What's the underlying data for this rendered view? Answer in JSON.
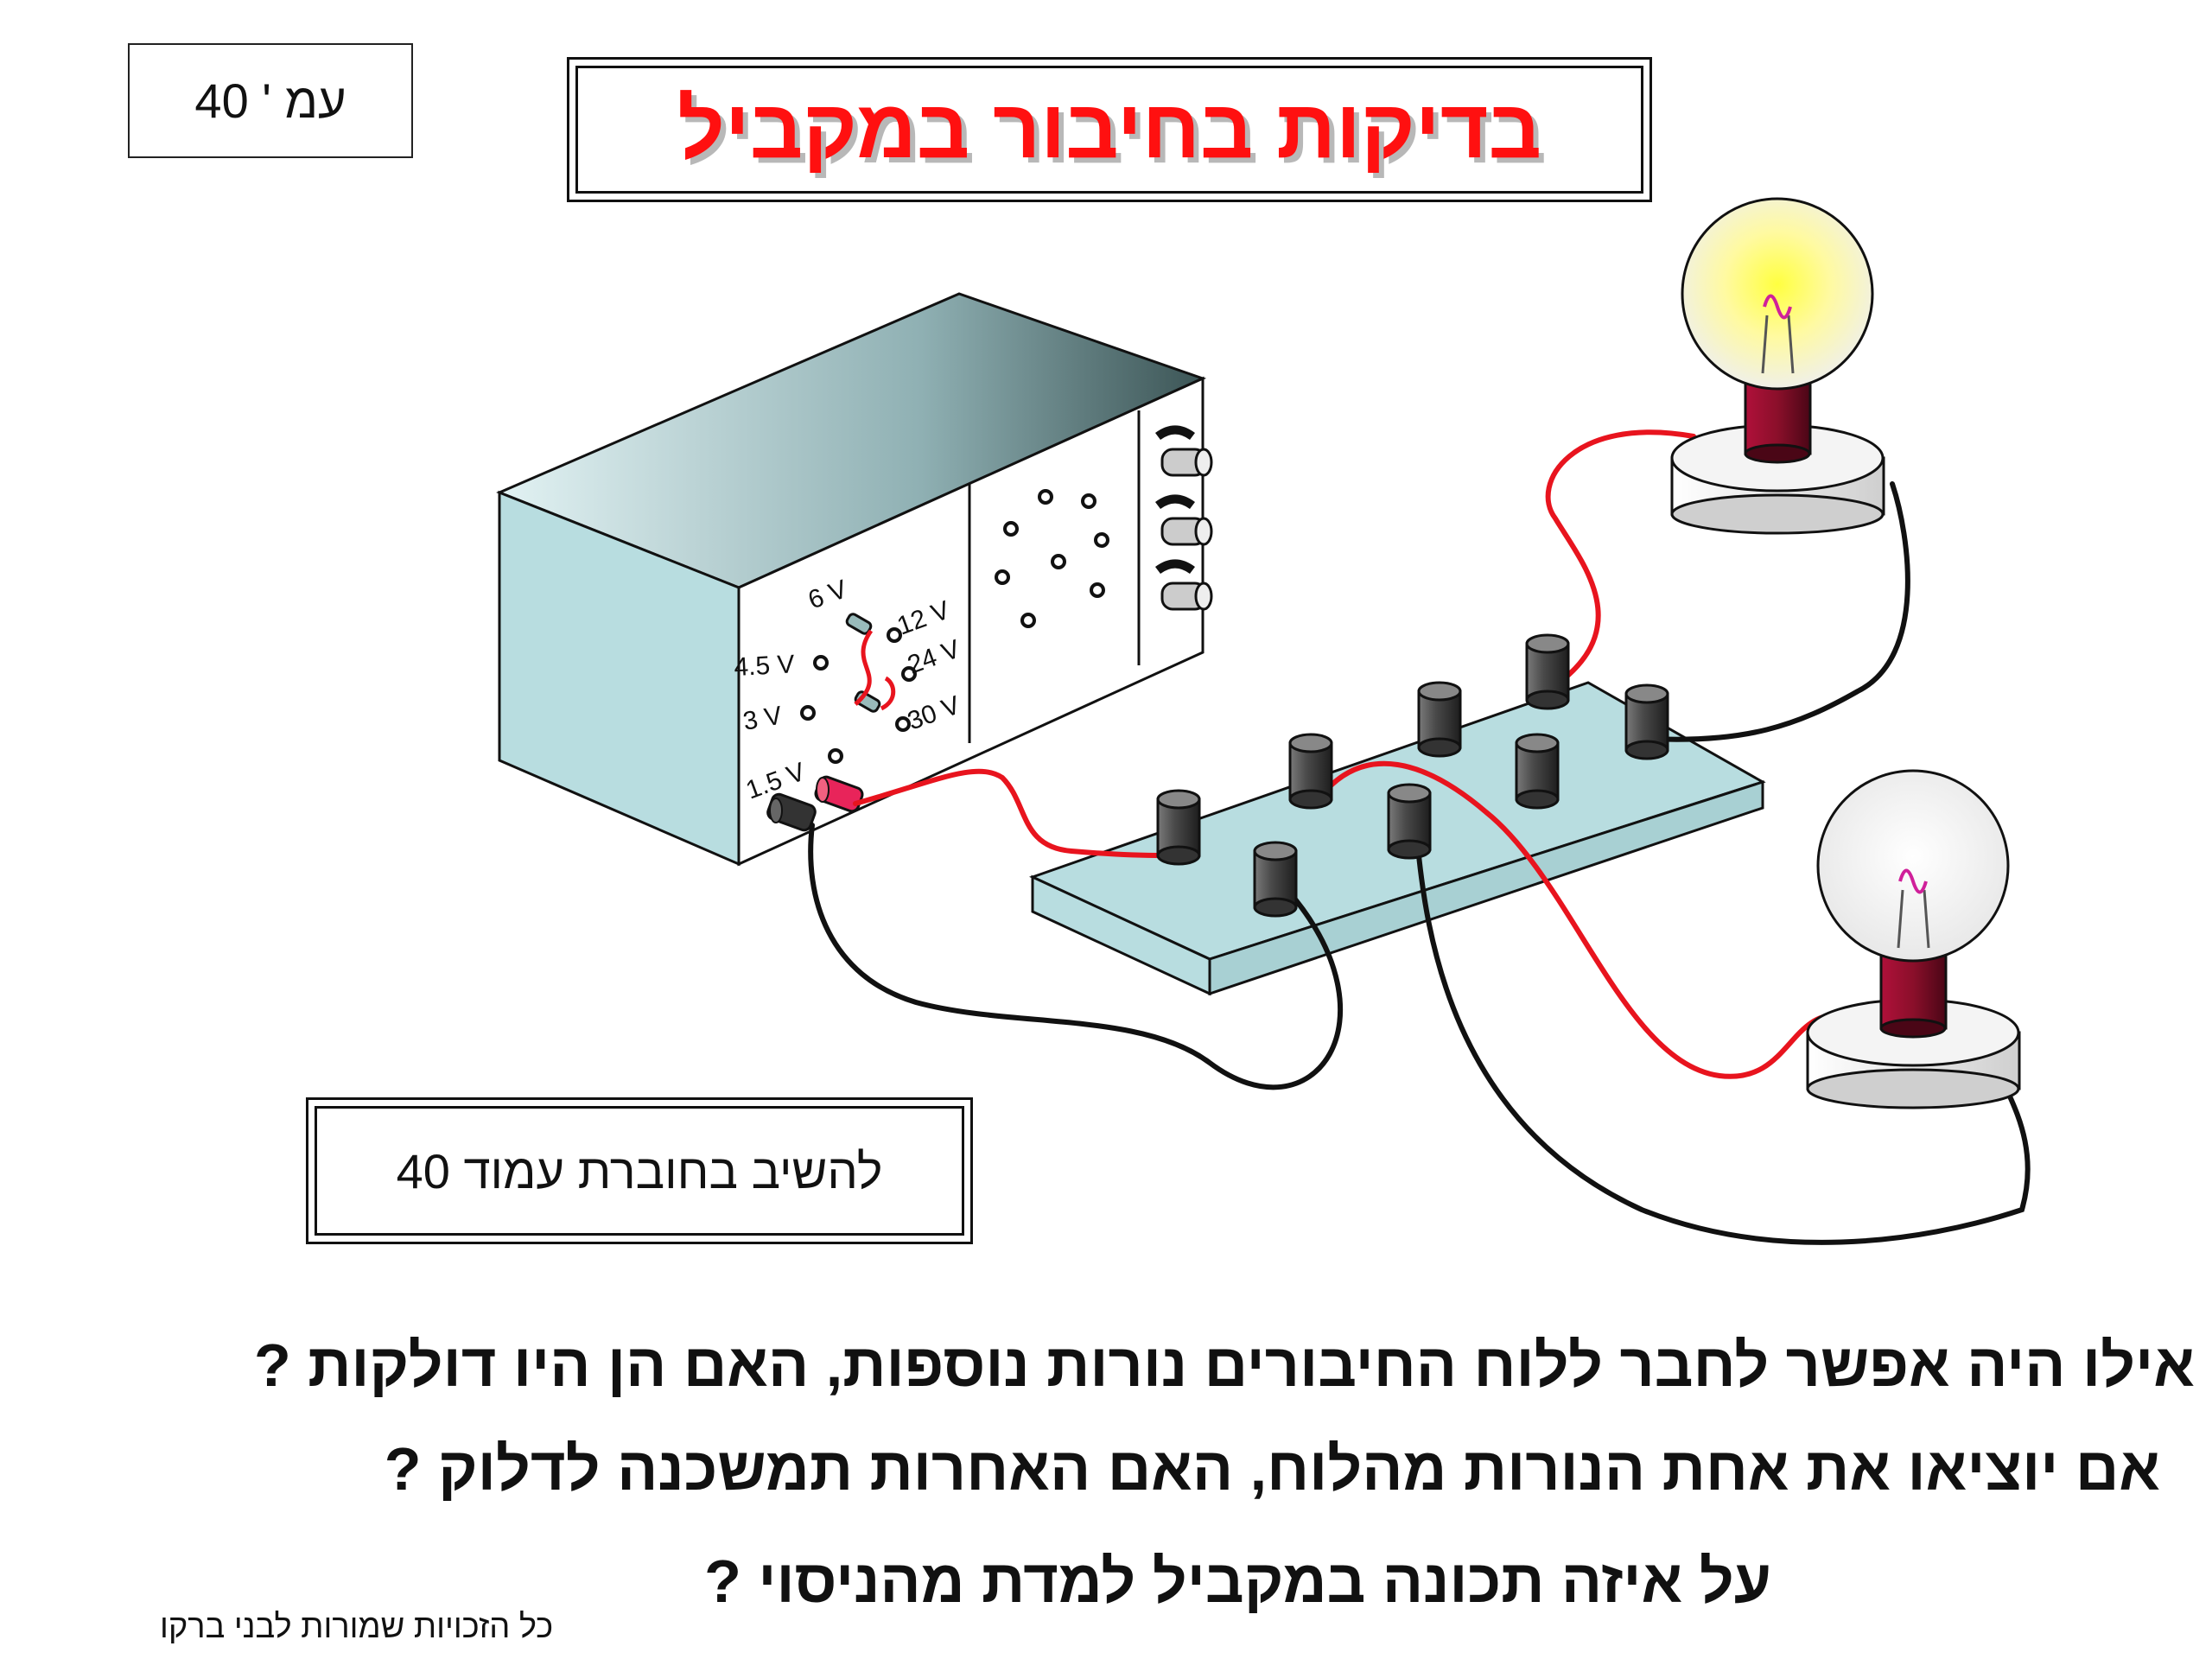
{
  "page_ref": "עמ ' 40",
  "title": "בדיקות בחיבור במקביל",
  "answer_note": "להשיב בחוברת עמוד 40",
  "questions": [
    "אילו היה אפשר לחבר ללוח החיבורים נורות נוספות, האם הן היו דולקות ?",
    "אם יוציאו את אחת הנורות מהלוח, האם האחרות תמשכנה לדלוק  ?",
    "על איזה תכונה במקביל למדת מהניסוי  ?"
  ],
  "copyright": "כל הזכויות שמורות לבני ברקו",
  "power_supply": {
    "voltages": [
      "6 V",
      "12 V",
      "4.5 V",
      "24 V",
      "3 V",
      "30 V",
      "1.5 V"
    ]
  },
  "colors": {
    "title": "#ff1010",
    "wire_red": "#e8141e",
    "wire_black": "#111111",
    "box": "#b8dde0",
    "bulb_base": "#8a0f2a"
  }
}
